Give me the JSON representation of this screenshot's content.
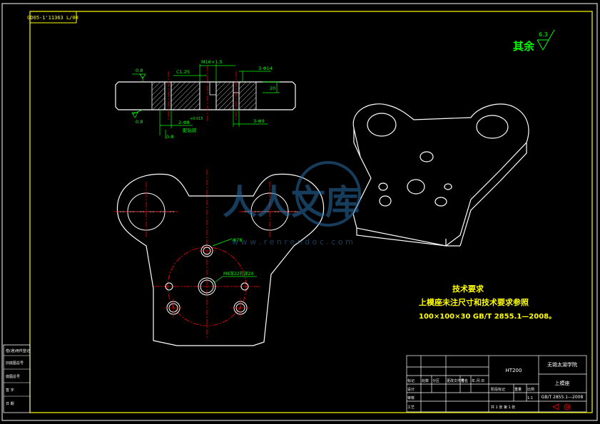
{
  "drawing_code": "GD05-1'11363 L/00",
  "surface_roughness": {
    "prefix": "其余",
    "value": "6.3"
  },
  "section_view": {
    "dims": {
      "top_chamfer": "0.8",
      "c_chamfer": "C1.25",
      "thread": "M16×1.5",
      "holes_a": "3-Φ14",
      "depth": "20",
      "bottom_left": "0.8",
      "two_holes": "2-Φ8",
      "tol": "+0.015",
      "holes_b": "3-Φ9",
      "pin_note": "配钻铰",
      "flat": "0.8"
    }
  },
  "plan_view": {
    "bolt_circle": "Φ78",
    "thread_note": "M8深22孔深24"
  },
  "tech_requirements": {
    "title": "技术要求",
    "line1": "上模座未注尺寸和技术要求参照",
    "line2": "100×100×30 GB/T 2855.1—2008。"
  },
  "watermark": {
    "text": "人人文库",
    "url": "w w w . r e n r e n d o c . c o m"
  },
  "title_block": {
    "material": "HT200",
    "school": "无锡太湖学院",
    "part_name": "上模座",
    "standard": "GB/T 2855.1—2008",
    "headers": [
      "标记",
      "处数",
      "分区",
      "更改文件号",
      "签名",
      "年.月.日"
    ],
    "rows": [
      "设计",
      "审核",
      "工艺"
    ],
    "scale_labels": [
      "阶段标记",
      "重量",
      "比例"
    ],
    "scale_value": "1:1",
    "sheet": "共 1 张  第 1 张"
  },
  "left_strip": [
    "借(通)用件登记",
    "旧底图总号",
    "底图总号",
    "签 字",
    "日 期"
  ],
  "colors": {
    "frame": "#ffff00",
    "dim": "#00ff00",
    "object": "#ffffff",
    "center": "#ff0000"
  }
}
